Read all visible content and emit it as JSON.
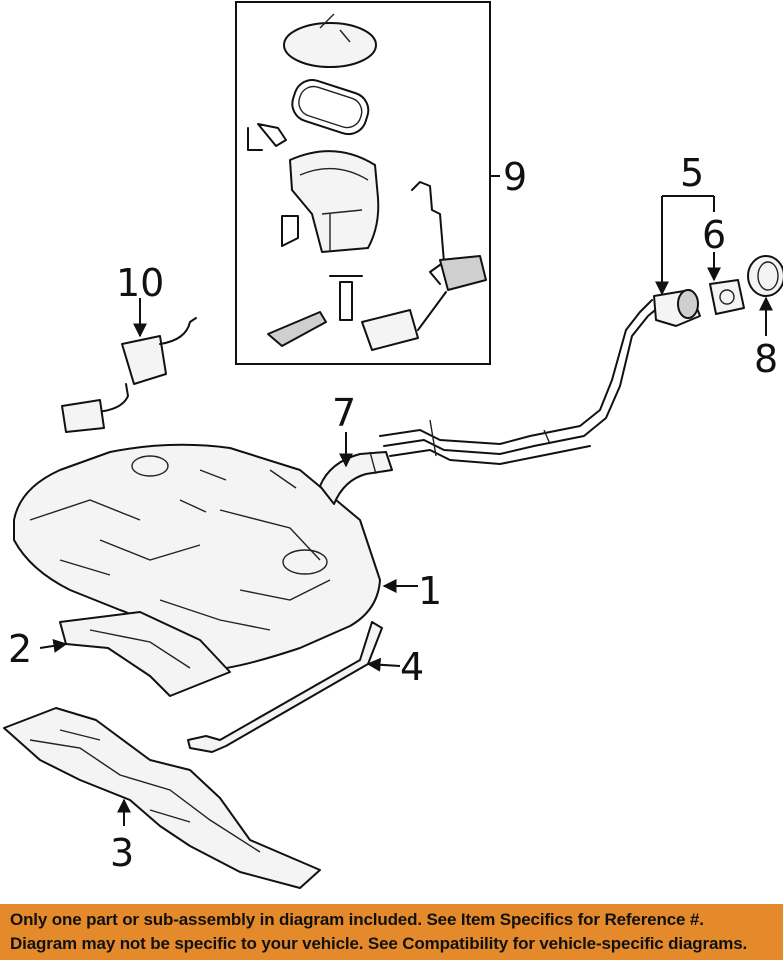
{
  "callouts": {
    "c1": "1",
    "c2": "2",
    "c3": "3",
    "c4": "4",
    "c5": "5",
    "c6": "6",
    "c7": "7",
    "c8": "8",
    "c9": "9",
    "c10": "10"
  },
  "banner": {
    "line1": "Only one part or sub-assembly in diagram included. See Item Specifics for Reference #.",
    "line2": "Diagram may not be specific to your vehicle. See Compatibility for vehicle-specific diagrams."
  },
  "colors": {
    "banner_background": "#e58a2b",
    "line_art": "#111111",
    "background": "#ffffff"
  }
}
